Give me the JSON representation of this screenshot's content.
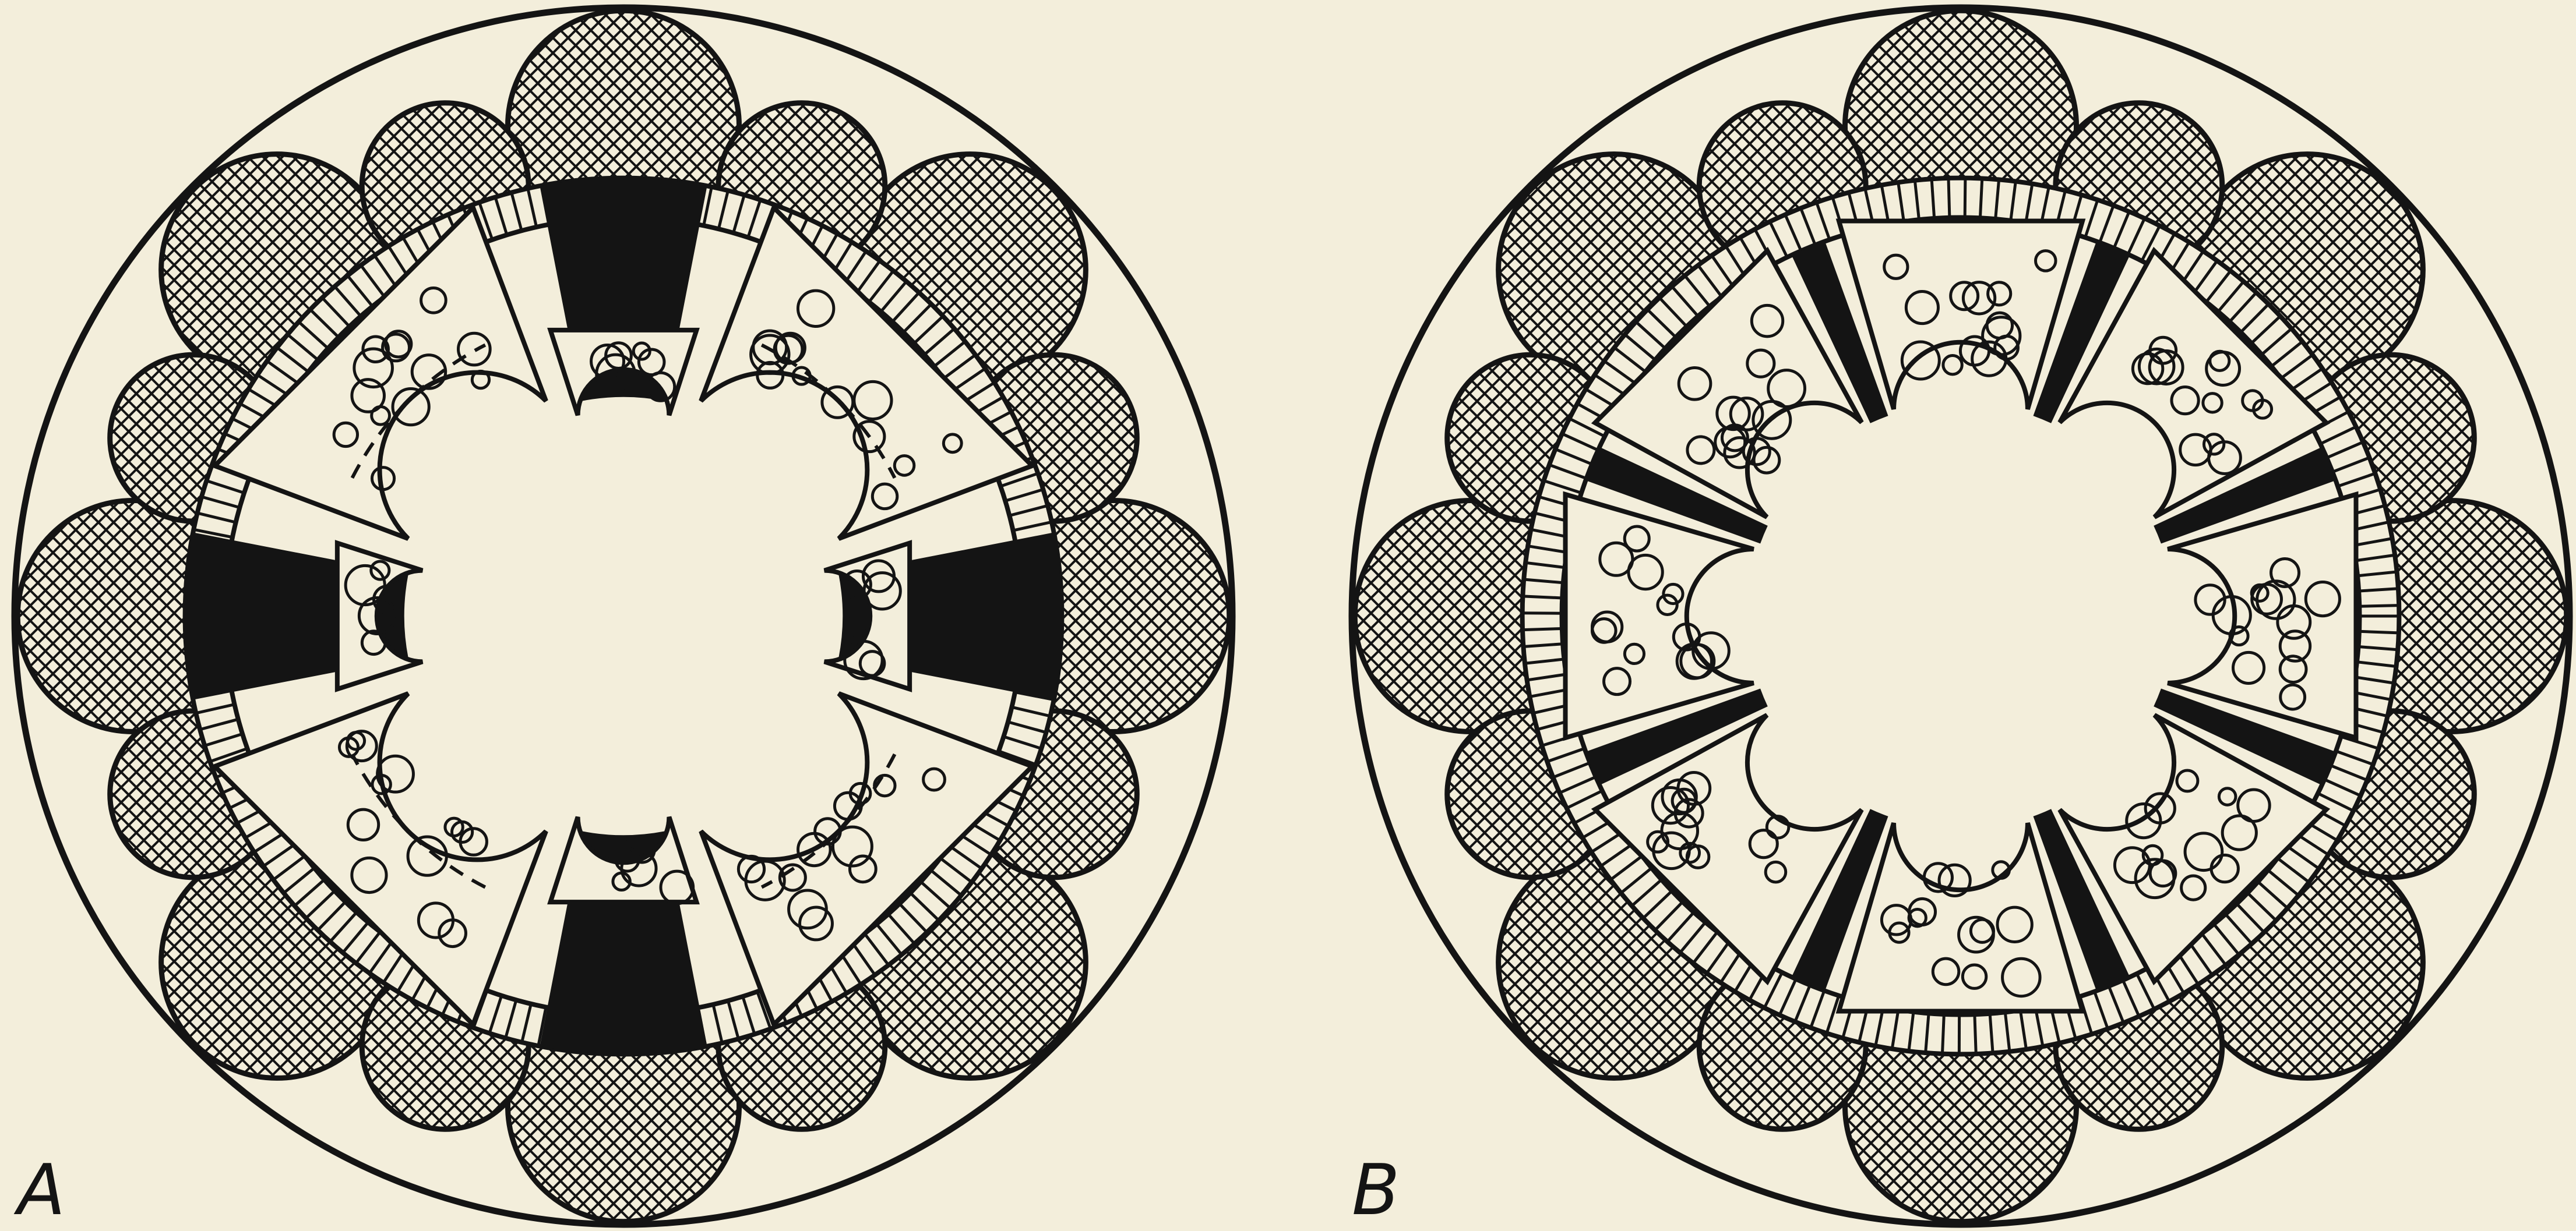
{
  "figure": {
    "panels": [
      {
        "id": "A",
        "label": "A",
        "variant": "A",
        "lobes": 8
      },
      {
        "id": "B",
        "label": "B",
        "variant": "B",
        "lobes": 8
      }
    ]
  },
  "colors": {
    "background": "#f3eedb",
    "ink": "#141414",
    "paper": "#f3eedb"
  }
}
